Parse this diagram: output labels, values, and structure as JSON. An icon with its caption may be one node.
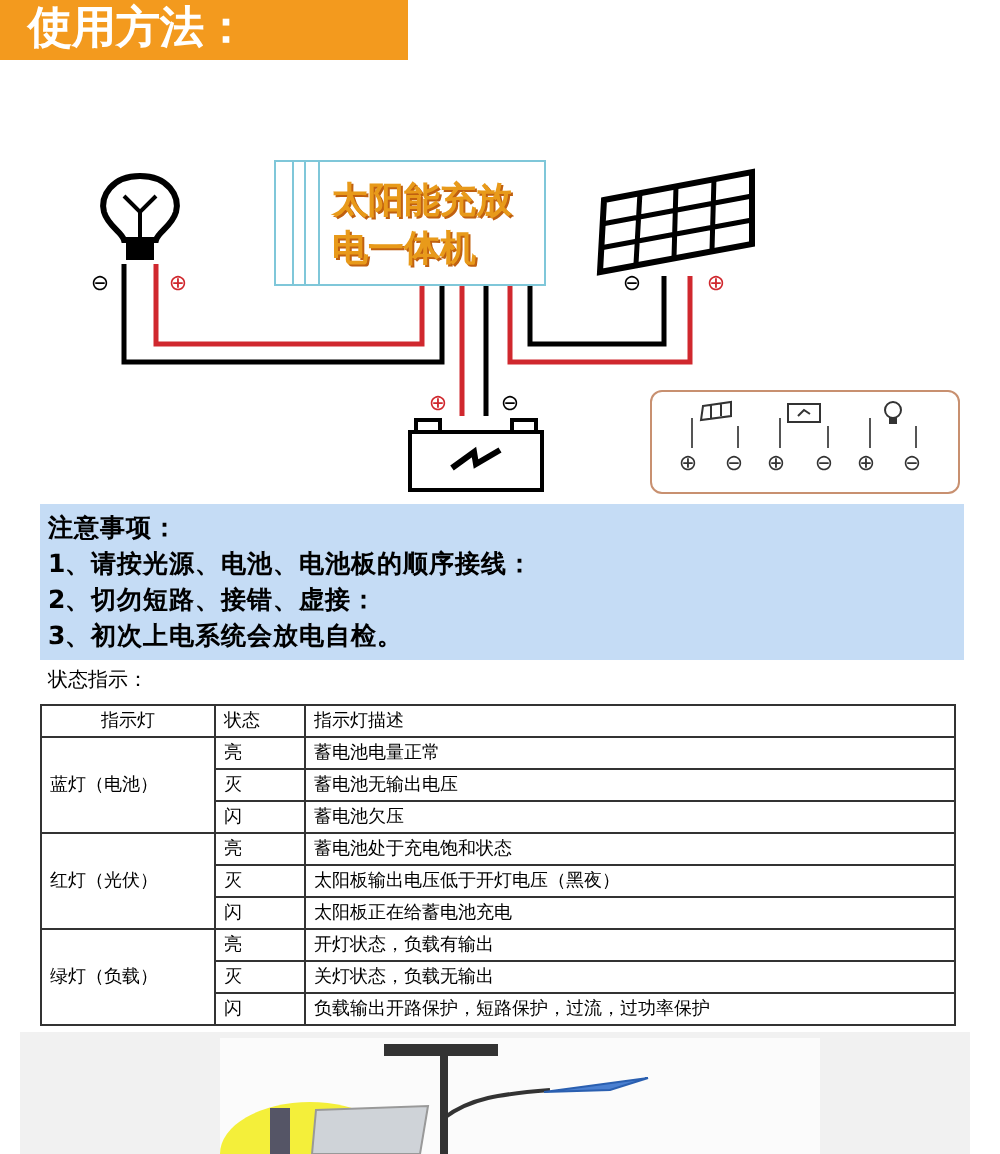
{
  "diagram": {
    "title": "使用方法：",
    "nodes": [
      {
        "text": [
          "太阳能充放电一体机"
        ]
      },
      {
        "text": [],
        "shape": "picture"
      },
      {
        "text": [],
        "shape": "picture"
      },
      {
        "text": [],
        "shape": "picture"
      }
    ],
    "edges": [
      {
        "from": 1,
        "to": 0,
        "arrow": "none",
        "color": "#000000"
      },
      {
        "from": 1,
        "to": 0,
        "arrow": "none",
        "color": "#d0282e"
      },
      {
        "from": 2,
        "to": 0,
        "arrow": "none",
        "color": "#000000"
      },
      {
        "from": 2,
        "to": 0,
        "arrow": "none",
        "color": "#d0282e"
      },
      {
        "from": 3,
        "to": 0,
        "arrow": "none",
        "color": "#d0282e"
      },
      {
        "from": 3,
        "to": 0,
        "arrow": "none",
        "color": "#000000"
      }
    ],
    "labels": [
      "⊖",
      "⊕",
      "⊖",
      "⊕",
      "⊕",
      "⊖",
      "⊕",
      "⊖",
      "⊕",
      "⊖",
      "⊕",
      "⊖",
      "注意事项：",
      "1、请按光源、电池、电池板的顺序接线：",
      "2、切勿短路、接错、虚接：",
      "3、初次上电系统会放电自检。",
      "状态指示：",
      "指示灯",
      "状态",
      "指示灯描述",
      "蓝灯（电池）",
      "亮",
      "蓄电池电量正常",
      "灭",
      "蓄电池无输出电压",
      "闪",
      "蓄电池欠压",
      "红灯（光伏）",
      "亮",
      "蓄电池处于充电饱和状态",
      "灭",
      "太阳板输出电压低于开灯电压（黑夜）",
      "闪",
      "太阳板正在给蓄电池充电",
      "绿灯（负载）",
      "亮",
      "开灯状态，负载有输出",
      "灭",
      "关灯状态，负载无输出",
      "闪",
      "负载输出开路保护，短路保护，过流，过功率保护"
    ]
  }
}
